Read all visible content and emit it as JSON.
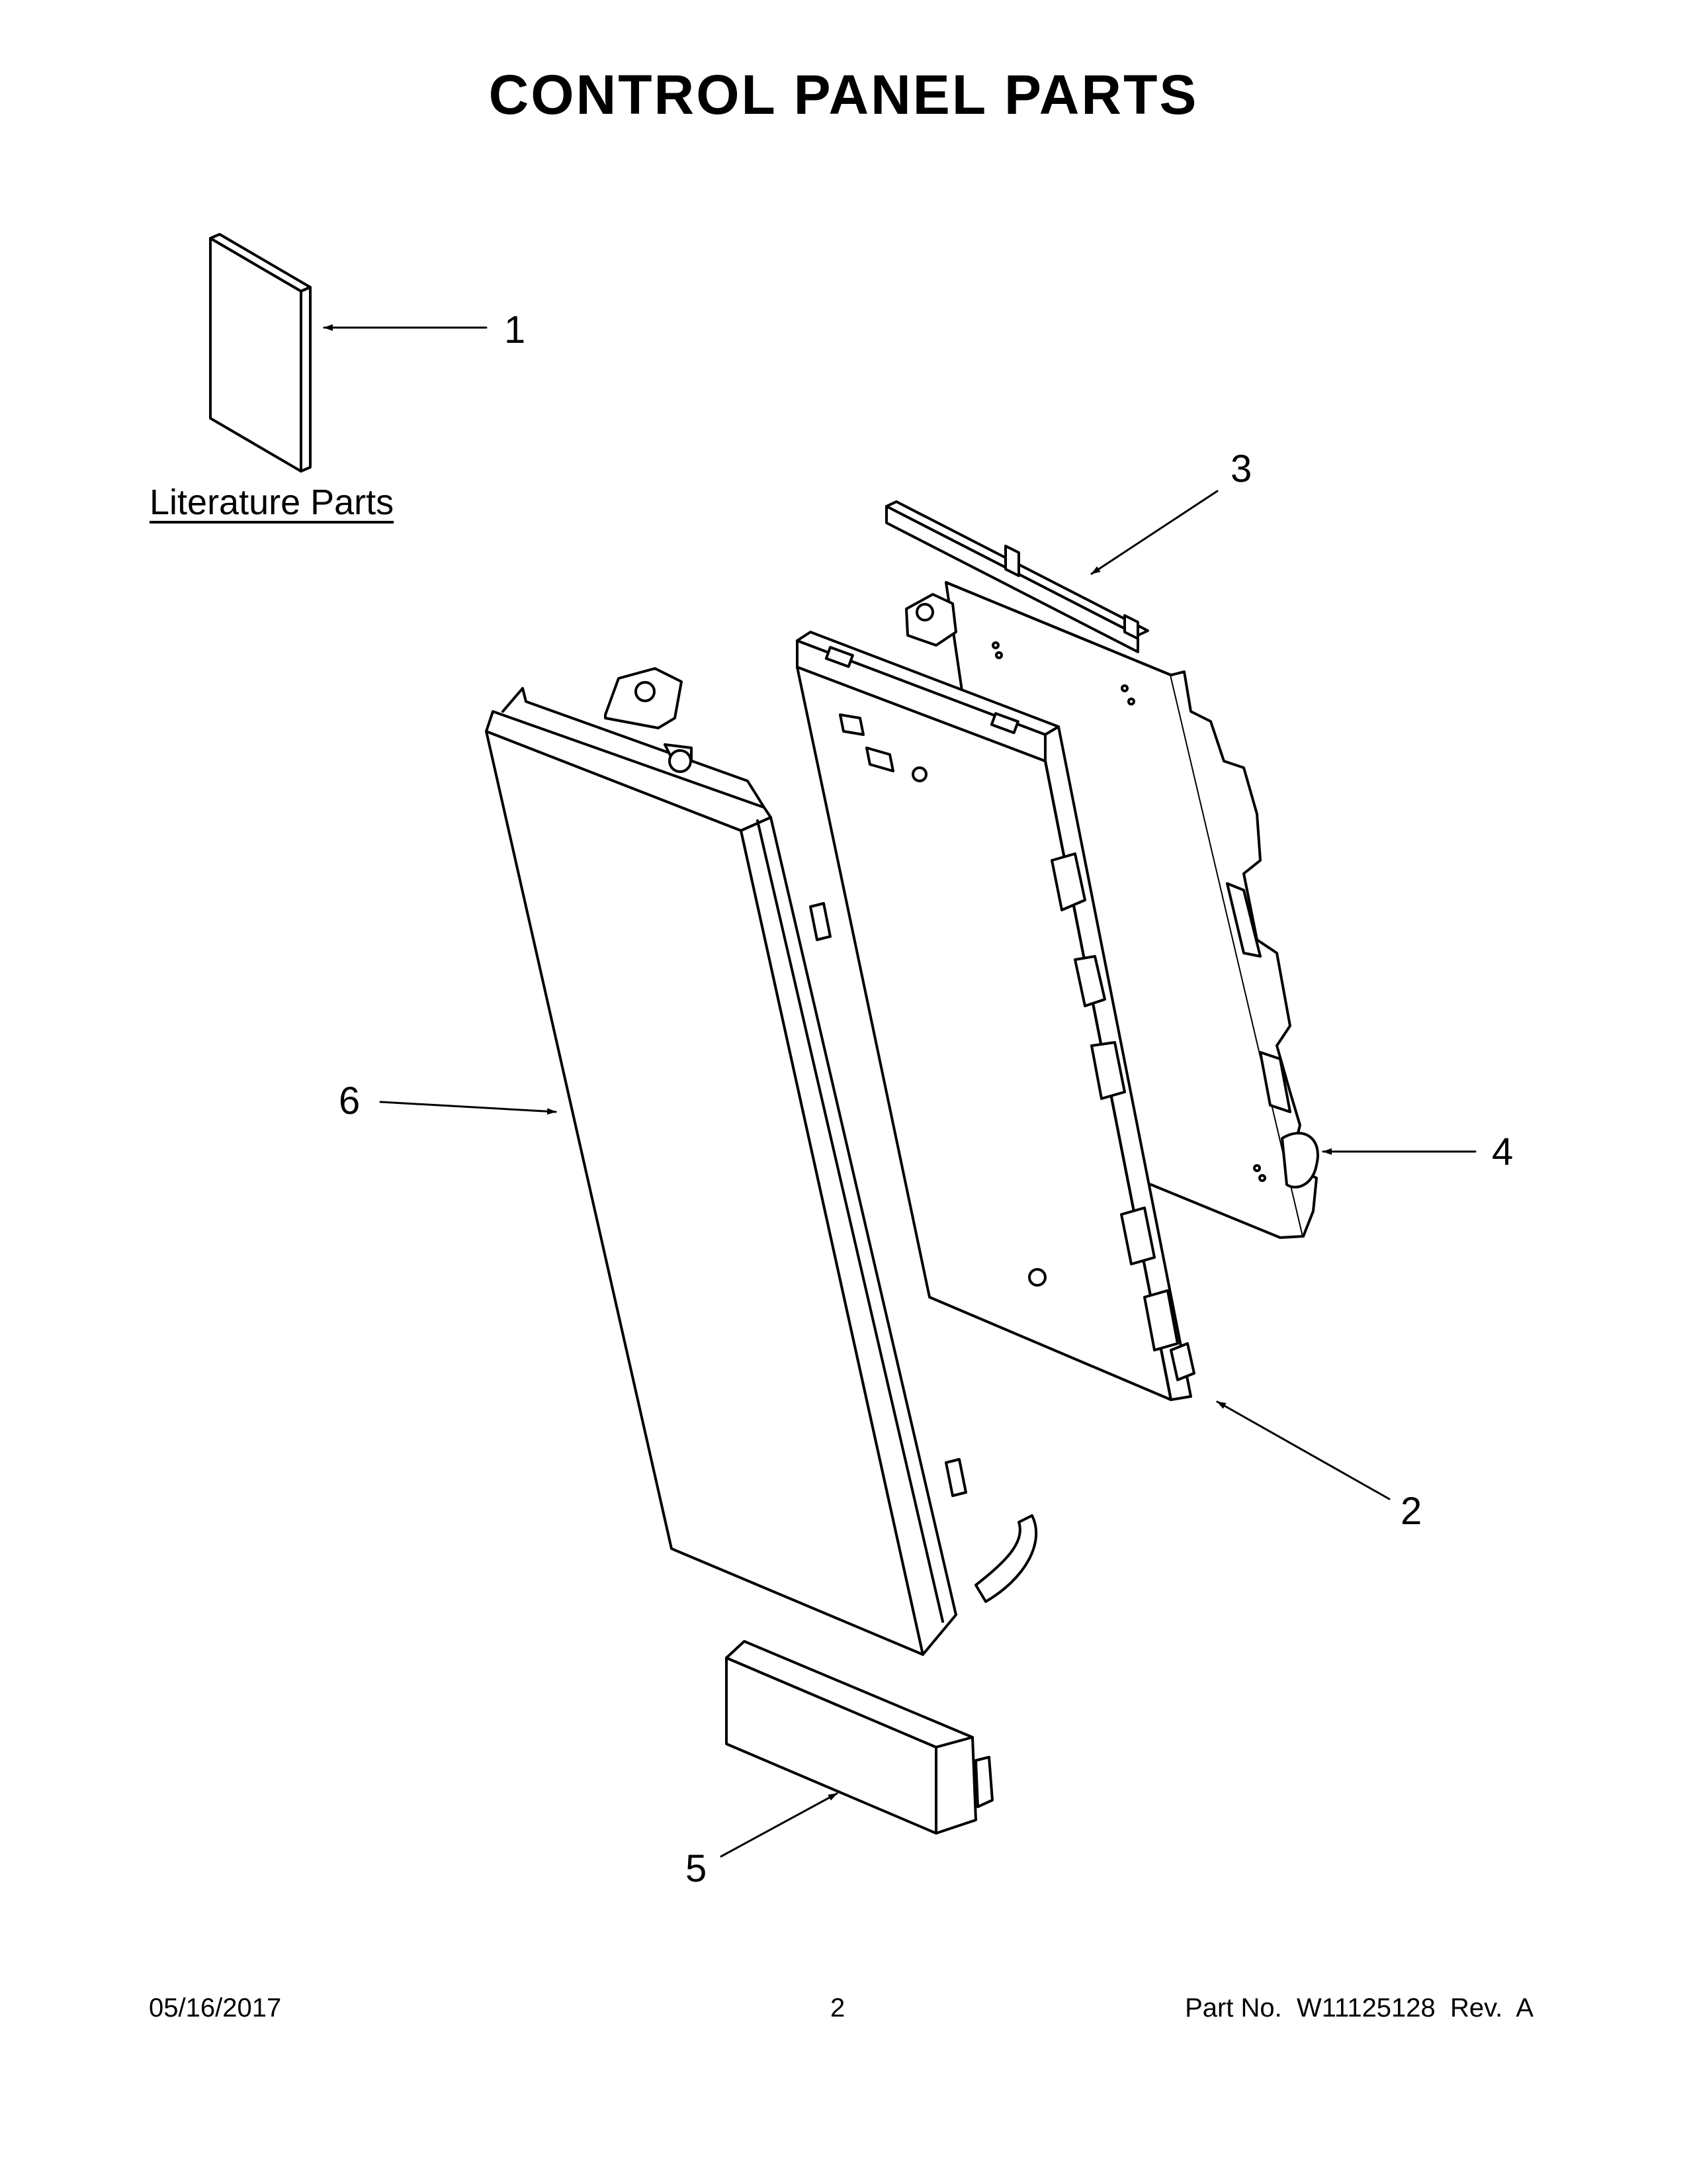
{
  "title": "CONTROL PANEL PARTS",
  "literature_label": "Literature Parts",
  "callouts": {
    "c1": "1",
    "c2": "2",
    "c3": "3",
    "c4": "4",
    "c5": "5",
    "c6": "6"
  },
  "footer": {
    "date": "05/16/2017",
    "page": "2",
    "part_info": "Part No.  W11125128  Rev.  A"
  }
}
